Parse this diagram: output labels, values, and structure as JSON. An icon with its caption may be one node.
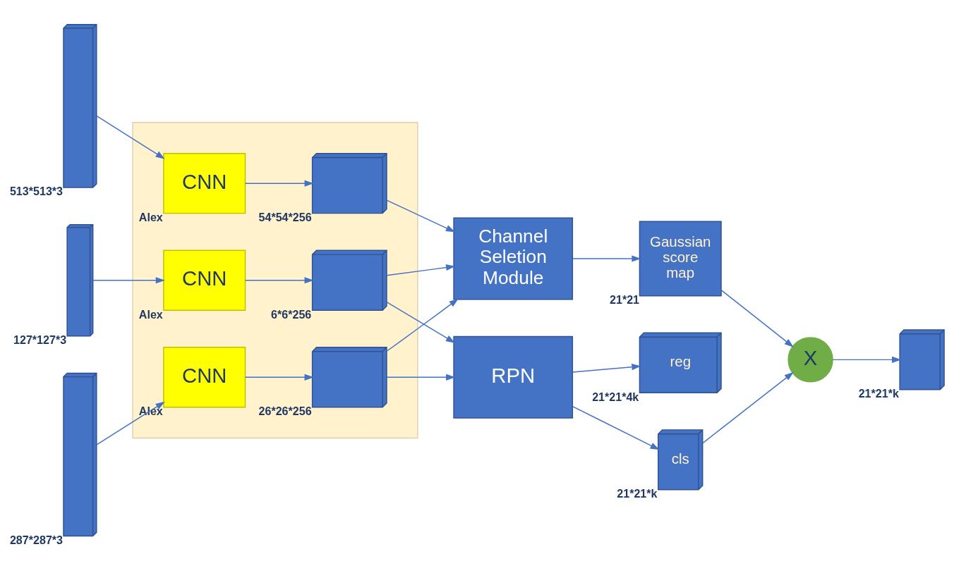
{
  "diagram": {
    "nodes": [
      {
        "text": [],
        "shape": "box"
      },
      {
        "text": [],
        "shape": "box",
        "beside": [
          "127*127*3"
        ]
      },
      {
        "text": [],
        "shape": "box",
        "beside": [
          "513*513*3"
        ]
      },
      {
        "text": [],
        "shape": "box",
        "beside": [
          "287*287*3"
        ]
      },
      {
        "text": [
          "CNN"
        ],
        "in": 0,
        "beside": [
          "Alex"
        ]
      },
      {
        "text": [],
        "shape": "box",
        "in": 0,
        "beside": [
          "6*6*256"
        ]
      },
      {
        "text": [
          "CNN"
        ],
        "in": 0,
        "beside": [
          "Alex"
        ]
      },
      {
        "text": [],
        "shape": "box",
        "in": 0,
        "beside": [
          "54*54*256"
        ]
      },
      {
        "text": [
          "CNN"
        ],
        "in": 0,
        "beside": [
          "Alex"
        ]
      },
      {
        "text": [],
        "shape": "box",
        "in": 0,
        "beside": [
          "26*26*256"
        ]
      },
      {
        "text": [
          "Channel Seletion Module"
        ]
      },
      {
        "text": [
          "RPN"
        ]
      },
      {
        "text": [
          "Gaussian score map"
        ],
        "beside": [
          "21*21"
        ]
      },
      {
        "text": [
          "cls"
        ],
        "beside": [
          "21*21*k"
        ]
      },
      {
        "text": [
          "reg"
        ],
        "beside": [
          "21*21*4k"
        ]
      },
      {
        "text": [
          "X"
        ]
      },
      {
        "text": [],
        "shape": "box",
        "beside": [
          "21*21*k"
        ]
      }
    ],
    "edges": [
      {
        "from": 1,
        "to": 4,
        "arrow": "to"
      },
      {
        "from": 4,
        "to": 5,
        "arrow": "to"
      },
      {
        "from": 2,
        "to": 6,
        "arrow": "to"
      },
      {
        "from": 6,
        "to": 7,
        "arrow": "to"
      },
      {
        "from": 3,
        "to": 8,
        "arrow": "to"
      },
      {
        "from": 8,
        "to": 9,
        "arrow": "to"
      },
      {
        "from": 5,
        "to": 10,
        "arrow": "to"
      },
      {
        "from": 7,
        "to": 10,
        "arrow": "to"
      },
      {
        "from": 9,
        "to": 10,
        "arrow": "to"
      },
      {
        "from": 5,
        "to": 11,
        "arrow": "to"
      },
      {
        "from": 9,
        "to": 11,
        "arrow": "to"
      },
      {
        "from": 10,
        "to": 12,
        "arrow": "to"
      },
      {
        "from": 11,
        "to": 13,
        "arrow": "to"
      },
      {
        "from": 11,
        "to": 14,
        "arrow": "to"
      },
      {
        "from": 12,
        "to": 15,
        "arrow": "to"
      },
      {
        "from": 13,
        "to": 15,
        "arrow": "to"
      },
      {
        "from": 15,
        "to": 16,
        "arrow": "to"
      }
    ]
  }
}
